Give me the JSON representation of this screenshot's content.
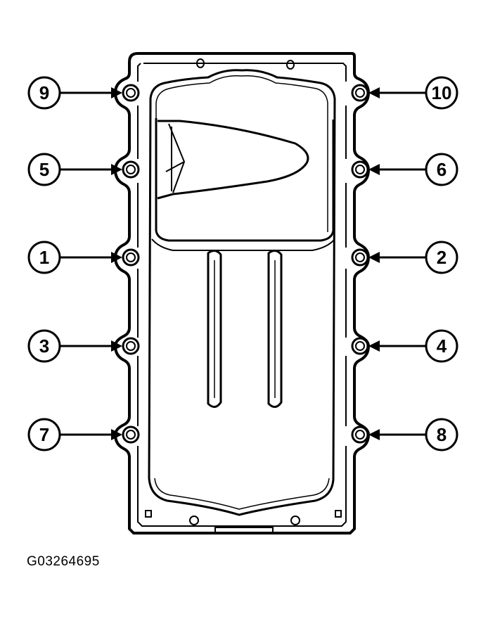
{
  "figure_id": "G03264695",
  "bolts": [
    {
      "number": "9",
      "side": "left",
      "row": "1"
    },
    {
      "number": "10",
      "side": "right",
      "row": "1"
    },
    {
      "number": "5",
      "side": "left",
      "row": "2"
    },
    {
      "number": "6",
      "side": "right",
      "row": "2"
    },
    {
      "number": "1",
      "side": "left",
      "row": "3"
    },
    {
      "number": "2",
      "side": "right",
      "row": "3"
    },
    {
      "number": "3",
      "side": "left",
      "row": "4"
    },
    {
      "number": "4",
      "side": "right",
      "row": "4"
    },
    {
      "number": "7",
      "side": "left",
      "row": "5"
    },
    {
      "number": "8",
      "side": "right",
      "row": "5"
    }
  ]
}
